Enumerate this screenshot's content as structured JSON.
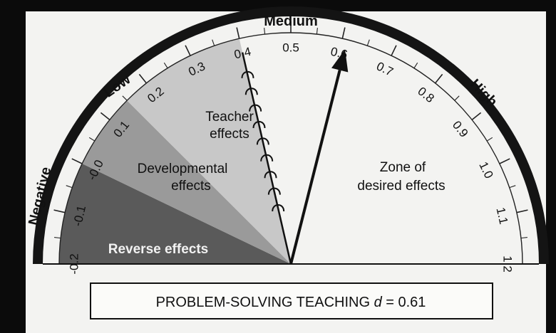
{
  "barometer": {
    "band_labels": {
      "negative": "Negative",
      "low": "Low",
      "medium": "Medium",
      "high": "High"
    },
    "zones": {
      "reverse": "Reverse effects",
      "developmental_line1": "Developmental",
      "developmental_line2": "effects",
      "teacher_line1": "Teacher",
      "teacher_line2": "effects",
      "desired_line1": "Zone of",
      "desired_line2": "desired effects"
    },
    "ticks": [
      "-0.2",
      "-0.1",
      "-0.0",
      "0.1",
      "0.2",
      "0.3",
      "0.4",
      "0.5",
      "0.6",
      "0.7",
      "0.8",
      "0.9",
      "1.0",
      "1.1",
      "1.2"
    ],
    "scale_min": -0.2,
    "scale_max": 1.2,
    "reverse_until": 0.0,
    "developmental_until": 0.15,
    "teacher_until": 0.4,
    "effect_value": 0.61,
    "caption_prefix": "PROBLEM-SOLVING TEACHING ",
    "caption_symbol": "d",
    "caption_value": " = 0.61",
    "colors": {
      "reverse": "#5a5a5a",
      "developmental": "#9a9a9a",
      "teacher": "#c8c8c8",
      "rim": "#141414",
      "paper": "#f3f3f1"
    }
  }
}
